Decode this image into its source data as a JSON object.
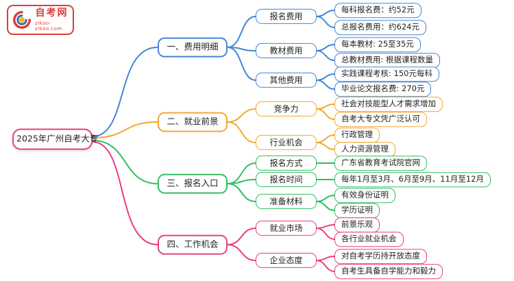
{
  "logo": {
    "name": "自考网",
    "domain": "zikao-zikao.com"
  },
  "root": {
    "label": "2025年广州自考大专"
  },
  "colors": {
    "branch1": "#4285d6",
    "branch2": "#f5a62e",
    "branch3": "#2fbf60",
    "branch4": "#e93d80",
    "logo": "#dd3c3c"
  },
  "branches": [
    {
      "label": "一、费用明细",
      "children": [
        {
          "label": "报名费用",
          "leaves": [
            "每科报名费：约52元",
            "总报名费用：约624元"
          ]
        },
        {
          "label": "教材费用",
          "leaves": [
            "每本教材: 25至35元",
            "总教材费用: 根据课程数量"
          ]
        },
        {
          "label": "其他费用",
          "leaves": [
            "实践课程考核: 150元每科",
            "毕业论文报名费: 270元"
          ]
        }
      ]
    },
    {
      "label": "二、就业前景",
      "children": [
        {
          "label": "竞争力",
          "leaves": [
            "社会对技能型人才需求增加",
            "自考大专文凭广泛认可"
          ]
        },
        {
          "label": "行业机会",
          "leaves": [
            "行政管理",
            "人力资源管理"
          ]
        }
      ]
    },
    {
      "label": "三、报名入口",
      "children": [
        {
          "label": "报名方式",
          "leaves": [
            "广东省教育考试院官网"
          ]
        },
        {
          "label": "报名时间",
          "leaves": [
            "每年1月至3月、6月至9月、11月至12月"
          ]
        },
        {
          "label": "准备材料",
          "leaves": [
            "有效身份证明",
            "学历证明"
          ]
        }
      ]
    },
    {
      "label": "四、工作机会",
      "children": [
        {
          "label": "就业市场",
          "leaves": [
            "前景乐观",
            "各行业就业机会"
          ]
        },
        {
          "label": "企业态度",
          "leaves": [
            "对自考学历持开放态度",
            "自考生具备自学能力和毅力"
          ]
        }
      ]
    }
  ]
}
